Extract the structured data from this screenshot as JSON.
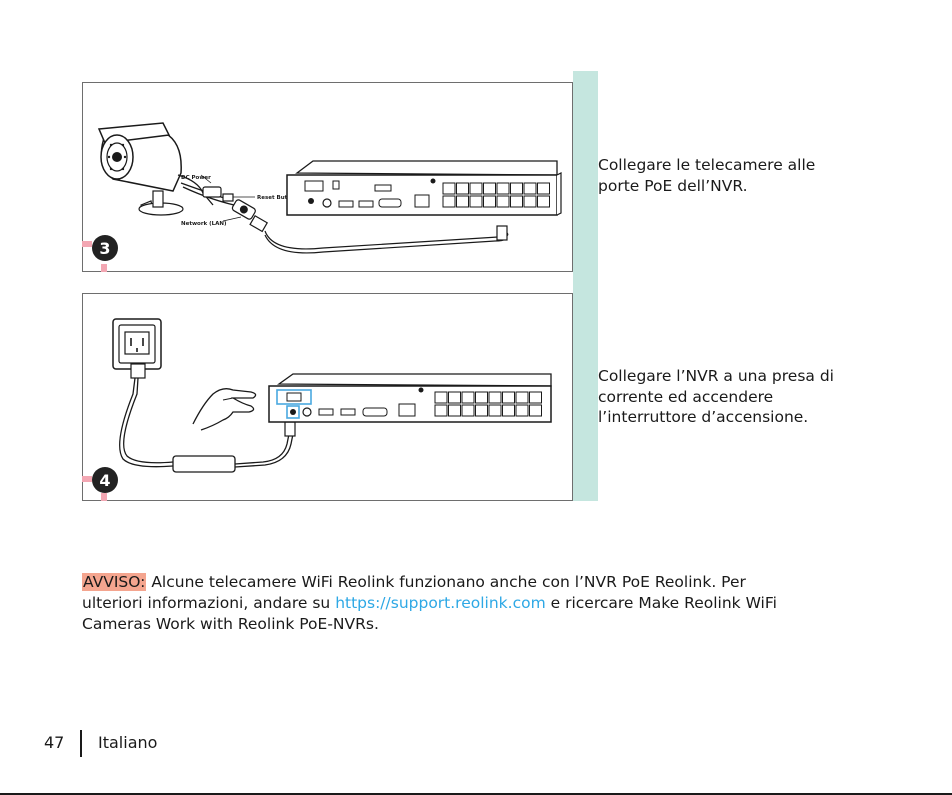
{
  "steps": [
    {
      "number": "3",
      "text": "Collegare le telecamere alle porte PoE dell’NVR.",
      "callouts": {
        "dc_power": "DC Power",
        "reset_button": "Reset Button",
        "network": "Network (LAN)"
      }
    },
    {
      "number": "4",
      "text": "Collegare l’NVR a una presa di corrente ed accendere l’interruttore d’accensione."
    }
  ],
  "notice": {
    "label": "AVVISO:",
    "text_before_link": "Alcune telecamere WiFi Reolink funzionano anche con l’NVR PoE Reolink. Per ulteriori informazioni, andare su",
    "link": "https://support.reolink.com",
    "text_after_link": "e ricercare Make Reolink WiFi Cameras Work with Reolink PoE-NVRs."
  },
  "footer": {
    "page_number": "47",
    "language": "Italiano"
  },
  "colors": {
    "teal": "#c5e6df",
    "accent_pink": "#f3a7b3",
    "notice_highlight": "#f4a58f",
    "link": "#2ea8e5",
    "port_highlight": "#4aa8e0",
    "line_art": "#1a1a1a"
  }
}
